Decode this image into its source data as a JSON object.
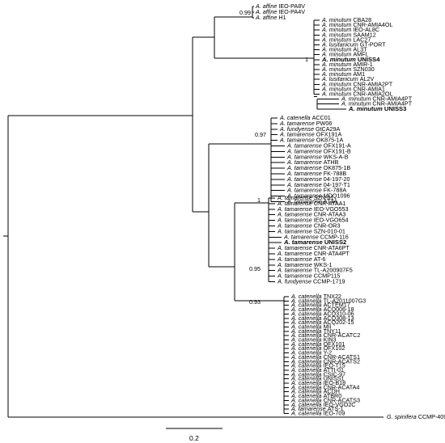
{
  "tree": {
    "scale_label": "0.2",
    "support_values": [
      "0.99",
      "1",
      "0.97",
      "1",
      "0.95",
      "0.93"
    ],
    "clades": {
      "affine": [
        "A. affine IEO-PA8V",
        "A. affine IEO-PA4V",
        "A. affine H1"
      ],
      "minutum": [
        "A. minutum CBA28",
        "A. minutum CNR-AMIA4OL",
        "A. minutum IEO-AL8C",
        "A. minutum SAAM12",
        "A. minutum LAC27",
        "A. lusitanicum GT-PORT",
        "A. minutum AL3T",
        "A. minutum AMFL",
        "A. minutum UNISS4",
        "A. minutum AMIR-1",
        "A. minutum SZN030",
        "A. minutum AM1",
        "A. lusitanicum AL2V",
        "A. minutum CNR-AMIA2PT",
        "A. minutum CNR-AMIA1",
        "A. minutum CNR-AMIA2OL",
        "A. minutum CNR-AMIA4PT",
        "A. minutum CNR-AMIA4PT",
        "A. minutum UNISS3"
      ],
      "tamarense_upper": [
        "A. catenella ACC01",
        "A. tamarense PW06",
        "A. fundyense GtCA29A",
        "A. tamarense OFX191A",
        "A. tamarense OK875-1A",
        "A. tamarense OFX191-A",
        "A. tamarense OFX191-B",
        "A. tamarense WKS-A-B",
        "A. tamarense ATHB",
        "A. tamarense OK875-1B",
        "A. tamarense FK-788B",
        "A. tamarense 04-197-20",
        "A. tamarense 04-197-T1",
        "A. tamarense FK-788A",
        "A. tamarense MDQ1096",
        "A. tamarense AT4A"
      ],
      "tamarense_lower": [
        "A. tamarense SZN-01",
        "A. tamarense CNR-ATAA1",
        "A. tamarense IEO-VGO553",
        "A. tamarense CNR-ATAA3",
        "A. tamarense IEO-VGO654",
        "A. tamarense CNR-OR3",
        "A. tamarense SZN-010-01",
        "A. tamarense CCMP-116",
        "A. tamarense UNISS2",
        "A. tamarense CNR-ATA6PT",
        "A. tamarense CNR-ATA4PT",
        "A. tamarense AT-6",
        "A. tamarense WKS-1",
        "A. tamarense TL-A200907F5",
        "A. tamarense CCMP115",
        "A. fundyense CCMP-1719"
      ],
      "catenella": [
        "A. catenella TNX22",
        "A. catenella TL-A2011007G3",
        "A. catenella ACTEM17",
        "A. catenella ACQ006-18",
        "A. catenella ACQ310-06",
        "A. catenella ACQ308-13",
        "A. catenella ACQ202-15",
        "A. catenella MII",
        "A. catenella TNY11",
        "A. catenella CNR-ACATC2",
        "A. catenella KIN3",
        "A. catenella OFX101",
        "A. catenella OFX102",
        "A. catenella Y-2",
        "A. catenella CNR-ACATS1",
        "A. catenella CNR-ACATS2",
        "A. catenella IEO-T15",
        "A. catenella ATTI-01",
        "A. catenella CSIC-97",
        "A. catenella UNISS1",
        "A. catenella IEO-B18",
        "A. catenella CNR-ACATA4",
        "A. catenella ACDH",
        "A. catenella ATBR0",
        "A. catenella CNR-ACATS3",
        "A. catenella IEO-VGO2C",
        "A. tamarense ATS-1",
        "A. catenella IEO-709"
      ],
      "outgroup": [
        "G. spinifera CCMP-409"
      ]
    },
    "bold_taxa": [
      "A. minutum UNISS4",
      "A. minutum UNISS3",
      "A. tamarense UNISS2"
    ]
  }
}
